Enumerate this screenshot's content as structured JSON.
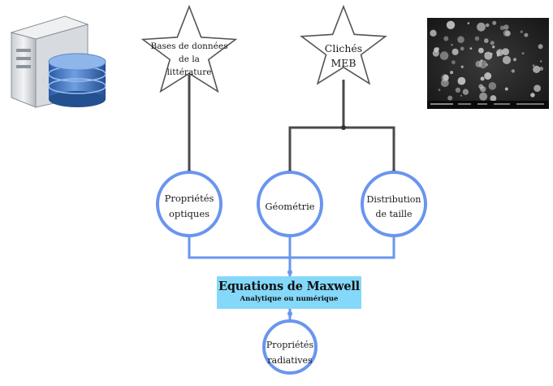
{
  "sources": {
    "literature_star": [
      "Bases de données",
      "de la",
      "littérature"
    ],
    "sem_star": [
      "Clichés",
      "MEB"
    ]
  },
  "parameters": {
    "optical": [
      "Propriétés",
      "optiques"
    ],
    "geometry": [
      "Géométrie"
    ],
    "size_distribution": [
      "Distribution",
      "de taille"
    ]
  },
  "maxwell": {
    "title": "Equations de Maxwell",
    "subtitle": "Analytique ou numérique"
  },
  "output": {
    "radiative": [
      "Propriétés",
      "radiatives"
    ]
  },
  "colors": {
    "blue": "#6a95ef",
    "dark_line": "#4a4a4a",
    "maxwell_fill": "#84d8f9",
    "star_stroke": "#555555"
  },
  "icons": {
    "database_server": "database-server-icon",
    "sem_image": "sem-micrograph-icon"
  }
}
